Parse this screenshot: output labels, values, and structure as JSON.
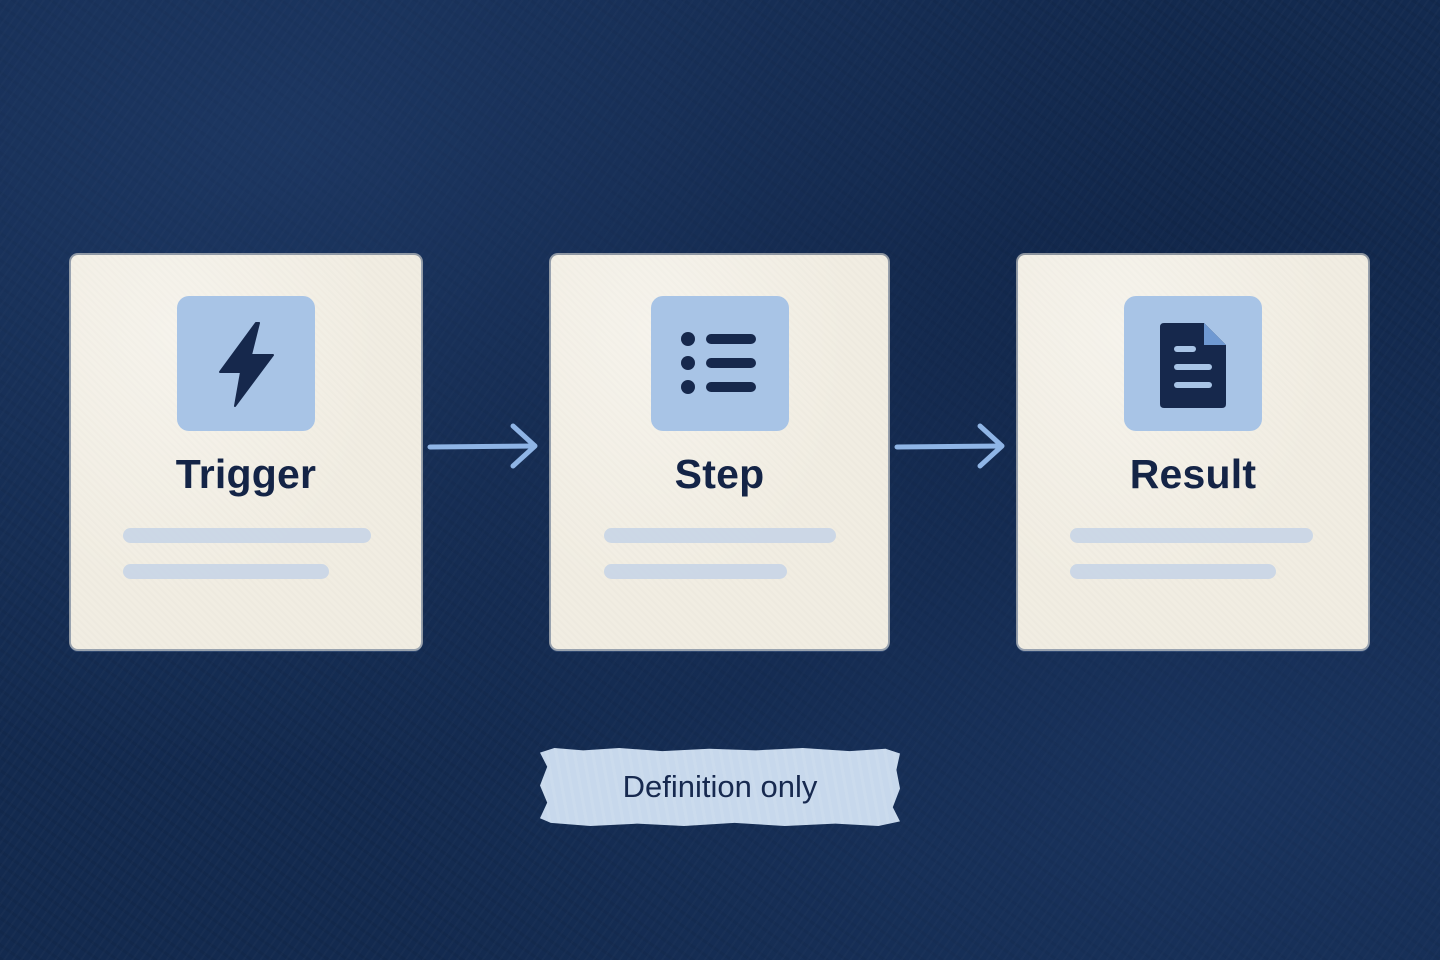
{
  "flow": {
    "nodes": [
      {
        "id": "trigger",
        "title": "Trigger",
        "icon": "lightning-bolt-icon"
      },
      {
        "id": "step",
        "title": "Step",
        "icon": "bulleted-list-icon"
      },
      {
        "id": "result",
        "title": "Result",
        "icon": "document-icon"
      }
    ],
    "connectors": [
      "trigger->step",
      "step->result"
    ]
  },
  "status_chip": {
    "label": "Definition only"
  },
  "colors": {
    "background": "#132a4f",
    "card": "#f1ede2",
    "icon_tile": "#a8c4e6",
    "icon_glyph": "#16284c",
    "title_text": "#142446",
    "placeholder_line": "#c9d6e6",
    "arrow": "#8fb5e6",
    "chip": "#c7d8ec"
  }
}
